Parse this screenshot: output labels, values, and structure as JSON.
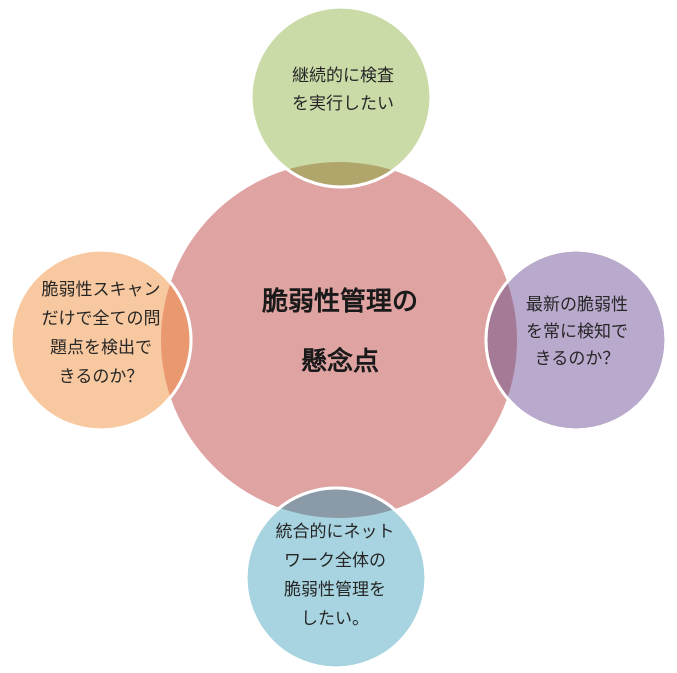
{
  "diagram": {
    "center": {
      "lines": [
        "脆弱性管理の",
        "懸念点"
      ],
      "color": "#dfa3a2"
    },
    "top": {
      "lines": [
        "継続的に検査",
        "を実行したい"
      ],
      "color": "#cbdba8"
    },
    "right": {
      "lines": [
        "最新の脆弱性",
        "を常に検知で",
        "きるのか？"
      ],
      "color": "#b9a9cd"
    },
    "left": {
      "lines": [
        "脆弱性スキャン",
        "だけで全ての問",
        "題点を検出で",
        "きるのか？"
      ],
      "color": "#f8c9a0"
    },
    "bottom": {
      "lines": [
        "統合的にネット",
        "ワーク全体の",
        "脆弱性管理を",
        "したい。"
      ],
      "color": "#a7d4e0"
    }
  }
}
